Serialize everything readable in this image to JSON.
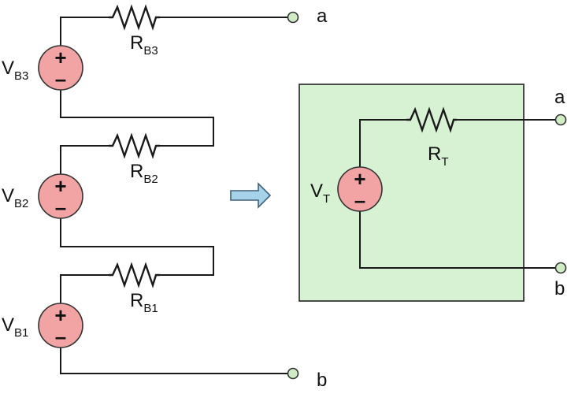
{
  "colors": {
    "source_fill": "#f2a3a3",
    "box_fill": "#d7f1d3",
    "terminal_fill": "#cfecc4",
    "arrow_fill": "#a6d2ea",
    "wire": "#1a1a1a"
  },
  "left_circuit": {
    "sources": [
      {
        "label": "V",
        "sub": "B3",
        "plus": "+",
        "minus": "–"
      },
      {
        "label": "V",
        "sub": "B2",
        "plus": "+",
        "minus": "–"
      },
      {
        "label": "V",
        "sub": "B1",
        "plus": "+",
        "minus": "–"
      }
    ],
    "resistors": [
      {
        "label": "R",
        "sub": "B3"
      },
      {
        "label": "R",
        "sub": "B2"
      },
      {
        "label": "R",
        "sub": "B1"
      }
    ],
    "terminal_a": "a",
    "terminal_b": "b"
  },
  "equivalent": {
    "source": {
      "label": "V",
      "sub": "T",
      "plus": "+",
      "minus": "–"
    },
    "resistor": {
      "label": "R",
      "sub": "T"
    },
    "terminal_a": "a",
    "terminal_b": "b"
  },
  "icons": {
    "arrow": "right-arrow-icon"
  }
}
